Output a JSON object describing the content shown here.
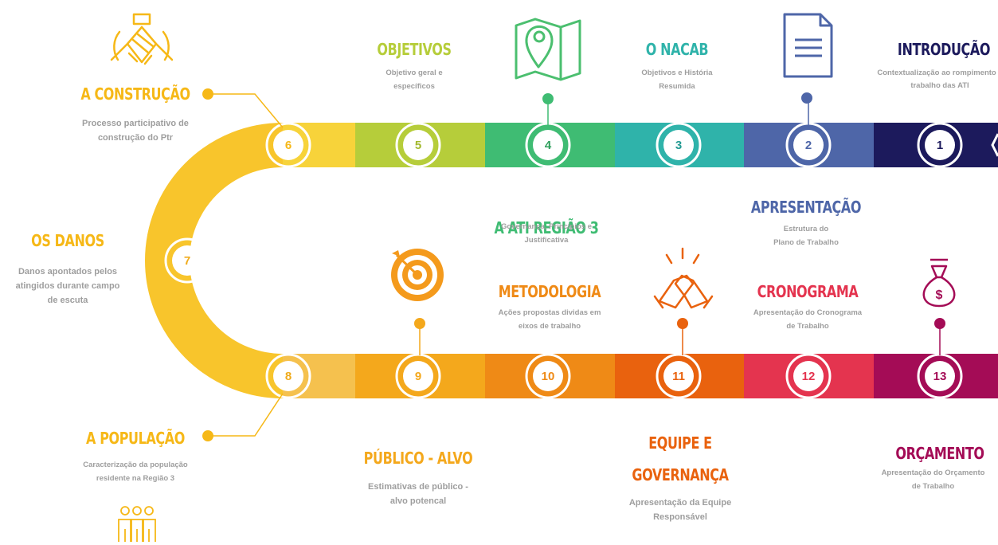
{
  "colors": {
    "s1": "#1c1a5c",
    "s2": "#4e66a8",
    "s3": "#2fb3aa",
    "s4": "#3fbc73",
    "s5": "#b6cd3a",
    "s6": "#f7ce2c",
    "s7": "#f8c52c",
    "s8": "#f5b93d",
    "s9": "#f4a81c",
    "s10": "#ef8a16",
    "s11": "#e9620e",
    "s12": "#e4344f",
    "s13": "#a40c56",
    "icon_green": "#4bbf6f",
    "icon_blue": "#4e66a8",
    "icon_orange": "#f49a1c",
    "icon_magenta": "#a40c56",
    "icon_yellow": "#f6b817"
  },
  "icons": [
    "handshake-circle-icon",
    "map-pin-icon",
    "document-icon",
    "target-icon",
    "fist-bump-icon",
    "money-bag-icon",
    "people-icon",
    "chevron-left-icon"
  ],
  "steps": [
    {
      "n": "1",
      "title": "INTRODUÇÃO",
      "desc": "Contextualização ao rompimento e trabalho das ATI"
    },
    {
      "n": "2",
      "title": "APRESENTAÇÃO",
      "desc1": "Estrutura do",
      "desc2": "Plano de Trabalho"
    },
    {
      "n": "3",
      "title": "O NACAB",
      "desc1": "Objetivos e História",
      "desc2": "Resumida"
    },
    {
      "n": "4",
      "title": "A ATI REGIÃO 3",
      "desc1": "Governança, Princípios e",
      "desc2": "Justificativa"
    },
    {
      "n": "5",
      "title": "OBJETIVOS",
      "desc1": "Objetivo geral e",
      "desc2": "específicos"
    },
    {
      "n": "6",
      "title": "A CONSTRUÇÃO",
      "desc1": "Processo participativo de",
      "desc2": "construção do Ptr"
    },
    {
      "n": "7",
      "title": "OS DANOS",
      "desc1": "Danos apontados pelos",
      "desc2": "atingidos durante campo",
      "desc3": "de escuta"
    },
    {
      "n": "8",
      "title": "A POPULAÇÃO",
      "desc1": "Caracterização da população",
      "desc2": "residente na Região 3"
    },
    {
      "n": "9",
      "title": "PÚBLICO - ALVO",
      "desc1": "Estimativas de público -",
      "desc2": "alvo potencal"
    },
    {
      "n": "10",
      "title": "METODOLOGIA",
      "desc1": "Ações propostas dividas em",
      "desc2": "eixos de trabalho"
    },
    {
      "n": "11",
      "title1": "EQUIPE E",
      "title2": "GOVERNANÇA",
      "desc1": "Apresentação da Equipe",
      "desc2": "Responsável"
    },
    {
      "n": "12",
      "title": "CRONOGRAMA",
      "desc1": "Apresentação do Cronograma",
      "desc2": "de Trabalho"
    },
    {
      "n": "13",
      "title": "ORÇAMENTO",
      "desc1": "Apresentação do Orçamento",
      "desc2": "de Trabalho"
    }
  ]
}
